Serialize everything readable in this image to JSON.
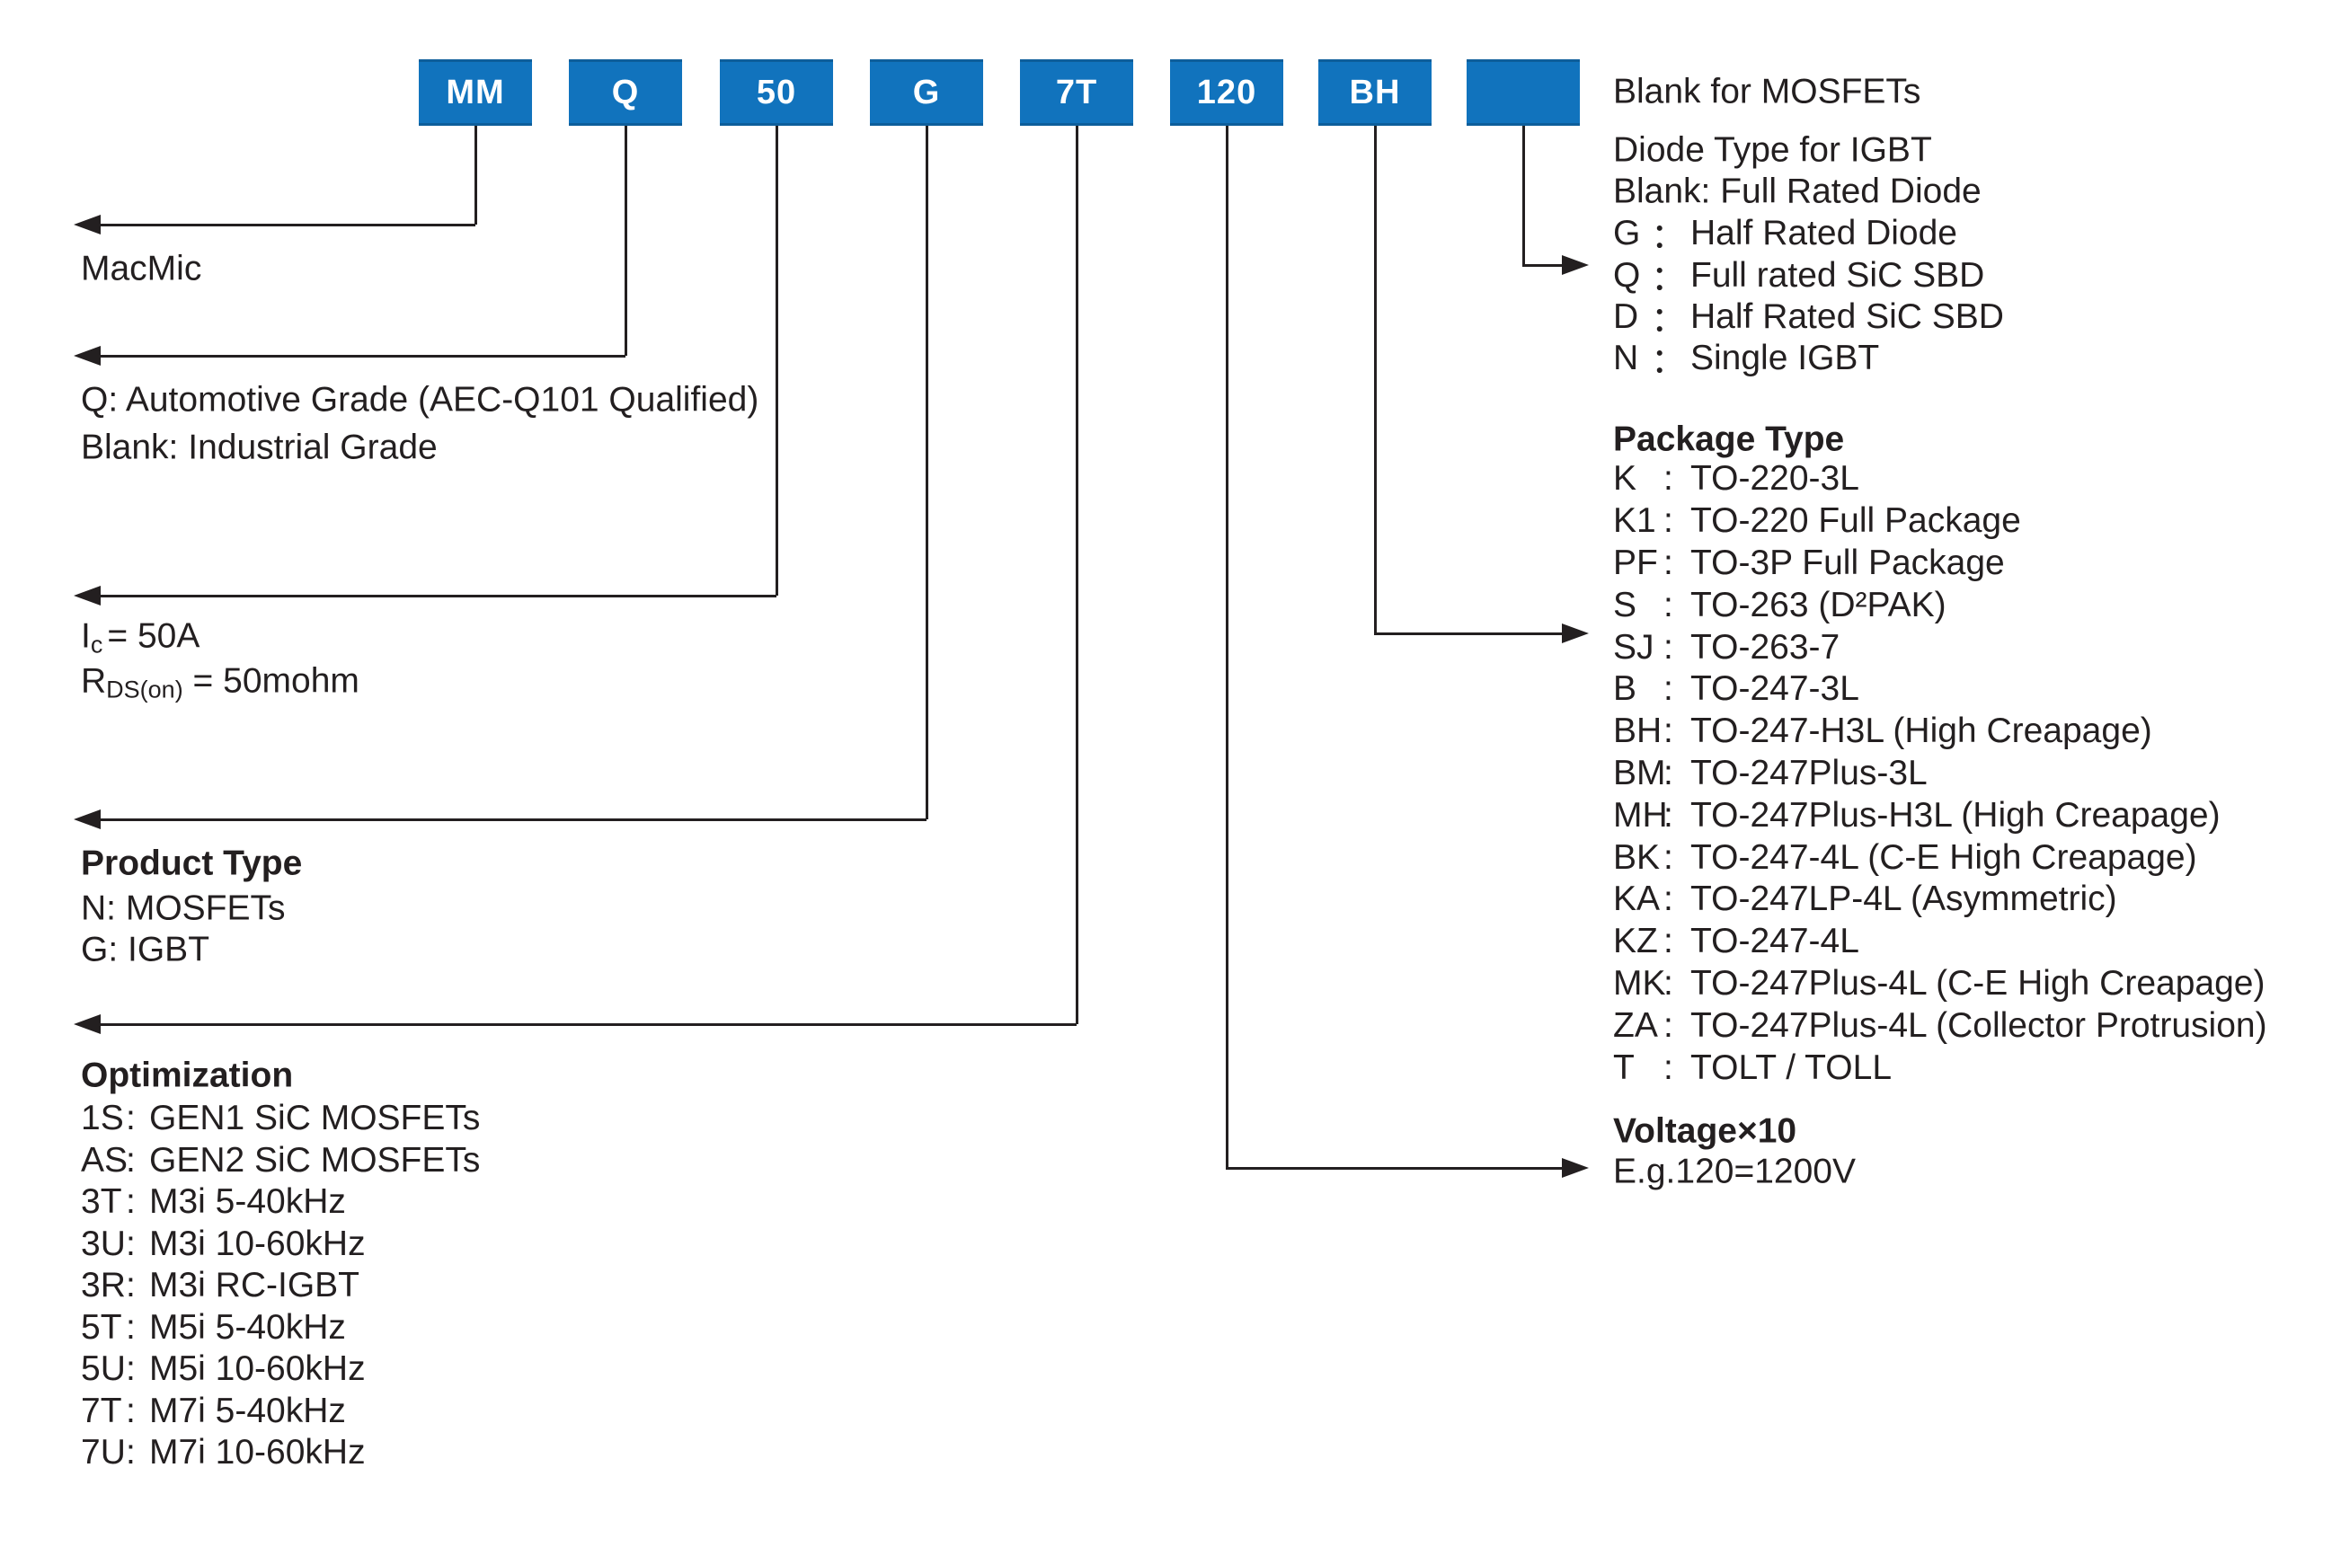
{
  "colors": {
    "accent_blue": "#1173BD",
    "ink": "#231F20"
  },
  "boxes": [
    {
      "label": "MM"
    },
    {
      "label": "Q"
    },
    {
      "label": "50"
    },
    {
      "label": "G"
    },
    {
      "label": "7T"
    },
    {
      "label": "120"
    },
    {
      "label": "BH"
    },
    {
      "label": ""
    }
  ],
  "left": {
    "brand_label": "MacMic",
    "grade_line1": "Q: Automotive Grade (AEC-Q101 Qualified)",
    "grade_line2": "Blank: Industrial Grade",
    "current": {
      "base": "I",
      "sub": "c",
      "rest": "= 50A"
    },
    "rdson": {
      "base": "R",
      "sub": "DS(on)",
      "rest": " = 50mohm"
    },
    "product": {
      "heading": "Product Type",
      "line1": "N: MOSFETs",
      "line2": "G: IGBT"
    },
    "optimization": {
      "heading": "Optimization",
      "colon": ":",
      "items": [
        {
          "key": "1S",
          "desc": "GEN1 SiC MOSFETs"
        },
        {
          "key": "AS",
          "desc": "GEN2 SiC MOSFETs"
        },
        {
          "key": "3T",
          "desc": "M3i 5-40kHz"
        },
        {
          "key": "3U",
          "desc": "M3i 10-60kHz"
        },
        {
          "key": "3R",
          "desc": "M3i RC-IGBT"
        },
        {
          "key": "5T",
          "desc": "M5i 5-40kHz"
        },
        {
          "key": "5U",
          "desc": "M5i 10-60kHz"
        },
        {
          "key": "7T",
          "desc": "M7i 5-40kHz"
        },
        {
          "key": "7U",
          "desc": "M7i 10-60kHz"
        }
      ]
    }
  },
  "right": {
    "mosfet_note": "Blank for MOSFETs",
    "diode": {
      "heading": "Diode Type for IGBT",
      "blank_line": "Blank: Full Rated Diode",
      "colon": "：",
      "items": [
        {
          "key": "G",
          "desc": "Half Rated Diode"
        },
        {
          "key": "Q",
          "desc": "Full rated SiC SBD"
        },
        {
          "key": "D",
          "desc": "Half Rated SiC SBD"
        },
        {
          "key": "N",
          "desc": "Single IGBT"
        }
      ]
    },
    "package": {
      "heading": "Package Type",
      "colon": ":",
      "items": [
        {
          "key": "K",
          "desc": "TO-220-3L"
        },
        {
          "key": "K1",
          "desc": "TO-220 Full Package"
        },
        {
          "key": "PF",
          "desc": "TO-3P Full Package"
        },
        {
          "key": "S",
          "desc": "TO-263 (D²PAK)"
        },
        {
          "key": "SJ",
          "desc": "TO-263-7"
        },
        {
          "key": "B",
          "desc": "TO-247-3L"
        },
        {
          "key": "BH",
          "desc": "TO-247-H3L (High Creapage)"
        },
        {
          "key": "BM",
          "desc": "TO-247Plus-3L"
        },
        {
          "key": "MH",
          "desc": "TO-247Plus-H3L (High Creapage)"
        },
        {
          "key": "BK",
          "desc": "TO-247-4L (C-E High Creapage)"
        },
        {
          "key": "KA",
          "desc": "TO-247LP-4L (Asymmetric)"
        },
        {
          "key": "KZ",
          "desc": "TO-247-4L"
        },
        {
          "key": "MK",
          "desc": "TO-247Plus-4L (C-E High Creapage)"
        },
        {
          "key": "ZA",
          "desc": "TO-247Plus-4L (Collector Protrusion)"
        },
        {
          "key": "T",
          "desc": "TOLT / TOLL"
        }
      ]
    },
    "voltage": {
      "heading": "Voltage×10",
      "example": "E.g.120=1200V"
    }
  }
}
